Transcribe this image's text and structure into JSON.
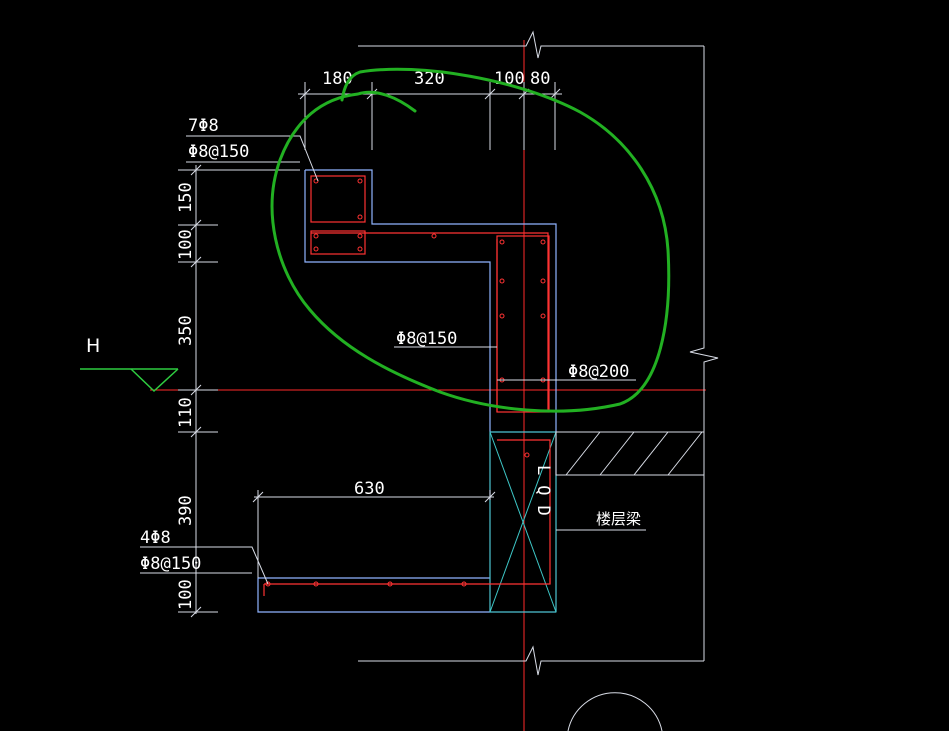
{
  "colors": {
    "background": "#000000",
    "dimension": "#d8dce6",
    "outline": "#8fb4ff",
    "rebar": "#ff3333",
    "axis": "#ff2a2a",
    "section_cross": "#3ec8c8",
    "level_marker": "#2ecc40",
    "markup": "#22b022",
    "text": "#ffffff"
  },
  "dimensions": {
    "top": [
      "180",
      "320",
      "100",
      "80"
    ],
    "left": [
      "150",
      "100",
      "350",
      "110",
      "390",
      "100"
    ],
    "bottom_width": "630"
  },
  "labels": {
    "level": "H",
    "top_bars": "7Φ8",
    "top_stirrup": "Φ8@150",
    "mid_bar": "Φ8@150",
    "right_bar": "Φ8@200",
    "bottom_bars": "4Φ8",
    "bottom_stirrup": "Φ8@150",
    "column_tag": "LQD",
    "floor_beam": "楼层梁"
  }
}
